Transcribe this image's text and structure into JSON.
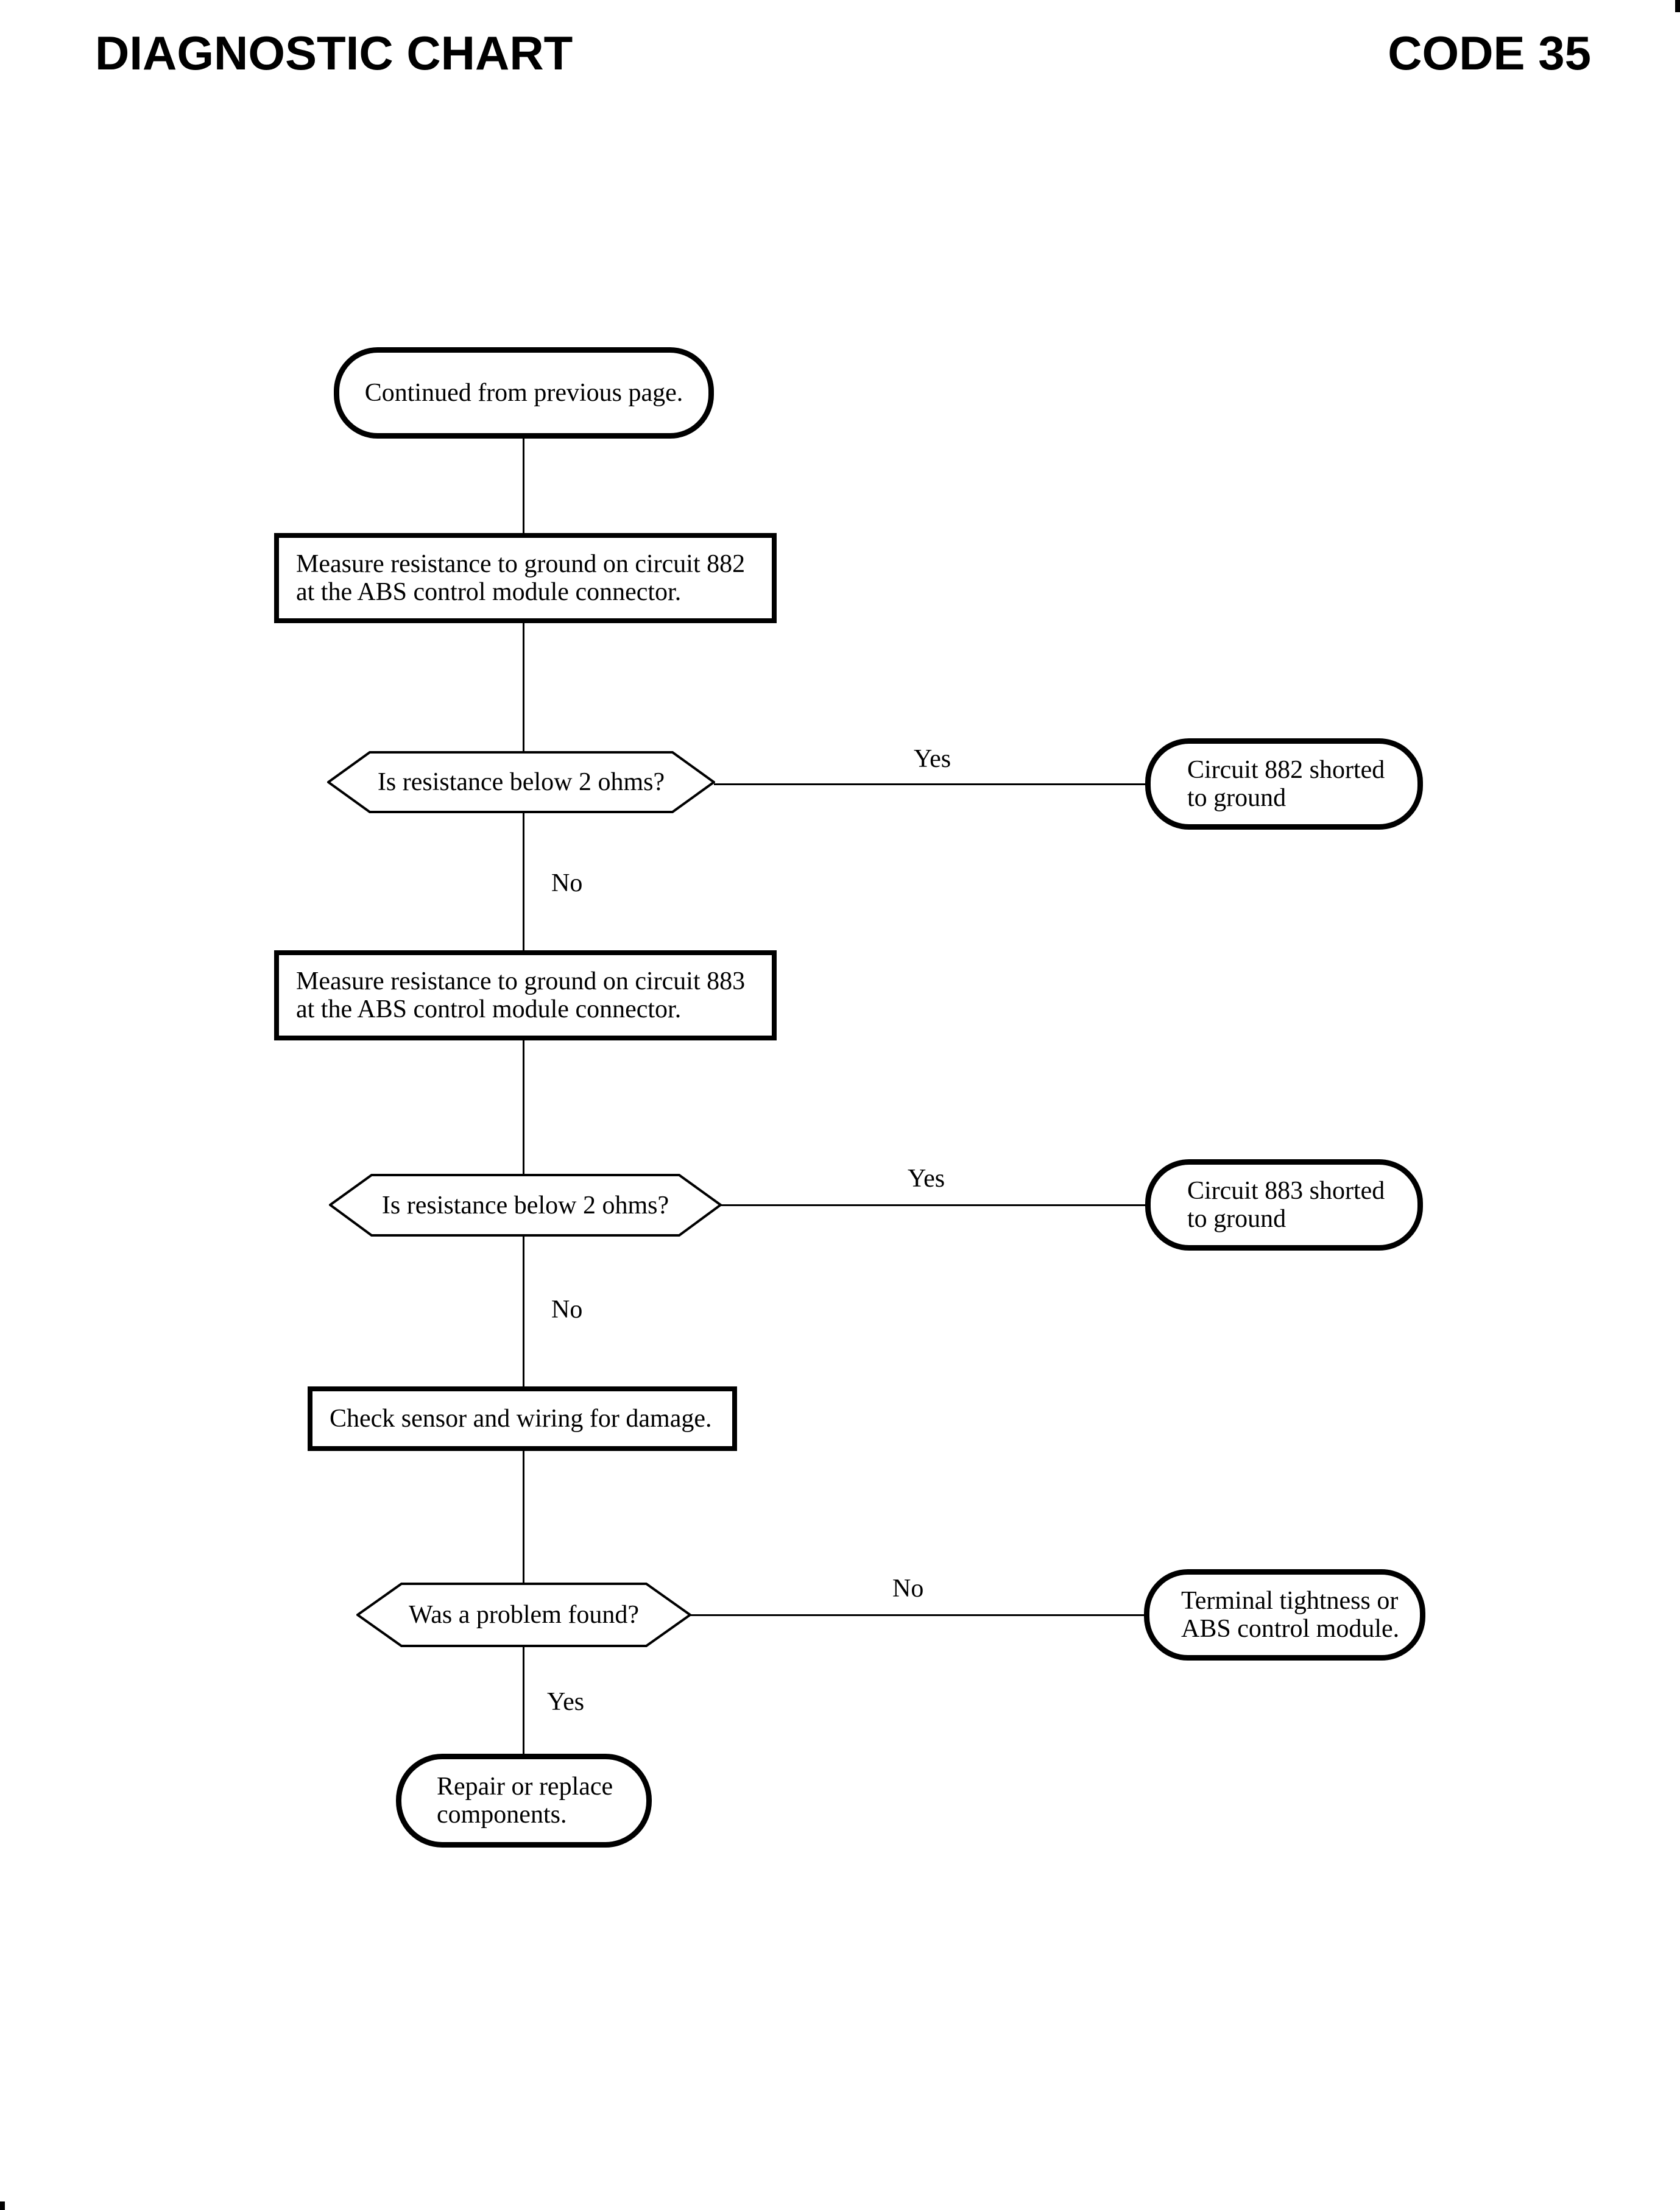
{
  "header": {
    "title": "DIAGNOSTIC CHART",
    "code": "CODE 35"
  },
  "flowchart": {
    "start": {
      "label": "Continued from previous page."
    },
    "process_882": {
      "line1": "Measure resistance to ground on circuit 882",
      "line2": "at the ABS control module connector."
    },
    "decision_882": {
      "label": "Is resistance below 2 ohms?",
      "yes_label": "Yes",
      "no_label": "No"
    },
    "result_882": {
      "line1": "Circuit 882 shorted",
      "line2": "to ground"
    },
    "process_883": {
      "line1": "Measure resistance to ground on circuit 883",
      "line2": "at the ABS control module connector."
    },
    "decision_883": {
      "label": "Is resistance below 2 ohms?",
      "yes_label": "Yes",
      "no_label": "No"
    },
    "result_883": {
      "line1": "Circuit 883 shorted",
      "line2": "to ground"
    },
    "process_check": {
      "label": "Check sensor and wiring for damage."
    },
    "decision_problem": {
      "label": "Was a problem found?",
      "no_label": "No",
      "yes_label": "Yes"
    },
    "result_terminal": {
      "line1": "Terminal tightness or",
      "line2": "ABS control module."
    },
    "end_repair": {
      "line1": "Repair or replace",
      "line2": "components."
    }
  }
}
